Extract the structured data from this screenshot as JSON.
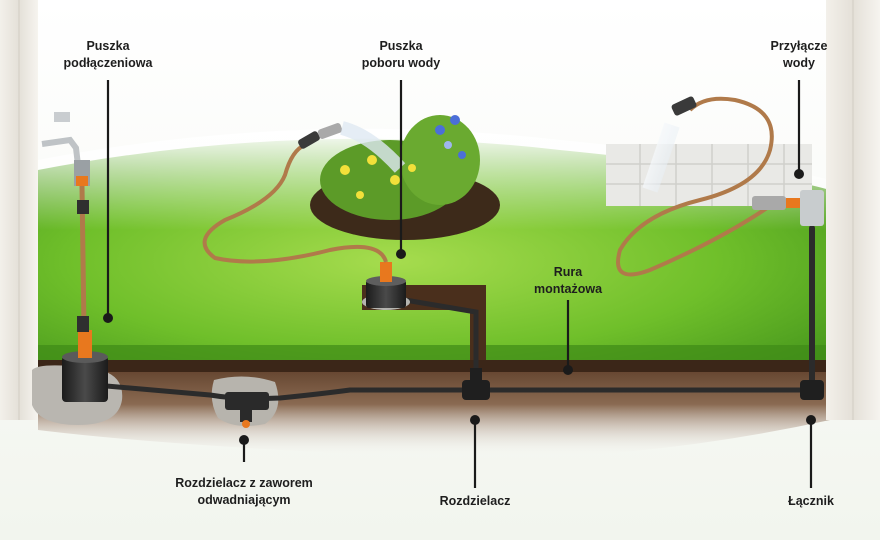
{
  "labels": {
    "puszka_podlaczeniowa": [
      "Puszka",
      "podłączeniowa"
    ],
    "puszka_poboru_wody": [
      "Puszka",
      "poboru wody"
    ],
    "przylacze_wody": [
      "Przyłącze",
      "wody"
    ],
    "rura_montazowa": [
      "Rura",
      "montażowa"
    ],
    "rozdzielacz_z_zaworem": [
      "Rozdzielacz z zaworem",
      "odwadniającym"
    ],
    "rozdzielacz": [
      "Rozdzielacz"
    ],
    "lacznik": [
      "Łącznik"
    ]
  },
  "colors": {
    "grass": "#6fbf2a",
    "soil": "#6b4a32",
    "pipe": "#2b2b2b",
    "hose": "#b07a4a",
    "accent_orange": "#e8781e",
    "label_text": "#1e1e1e"
  }
}
